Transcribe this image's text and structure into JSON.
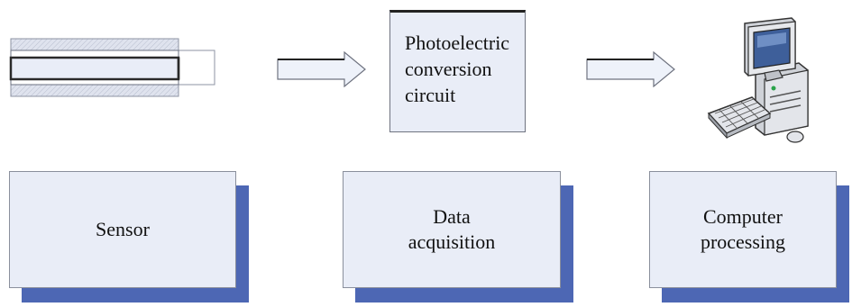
{
  "conversion_box": {
    "lines": [
      "Photoelectric",
      "conversion",
      "circuit"
    ]
  },
  "stages": [
    {
      "lines": [
        "Sensor"
      ]
    },
    {
      "lines": [
        "Data",
        "acquisition"
      ]
    },
    {
      "lines": [
        "Computer",
        "processing"
      ]
    }
  ],
  "icons": {
    "sensor": "sensor-icon",
    "arrow": "right-arrow-icon",
    "computer": "desktop-computer-icon"
  },
  "colors": {
    "box_fill": "#e9edf7",
    "shadow": "#4d67b4",
    "arrow_fill": "#eef2fa",
    "outline": "#6f7380"
  }
}
